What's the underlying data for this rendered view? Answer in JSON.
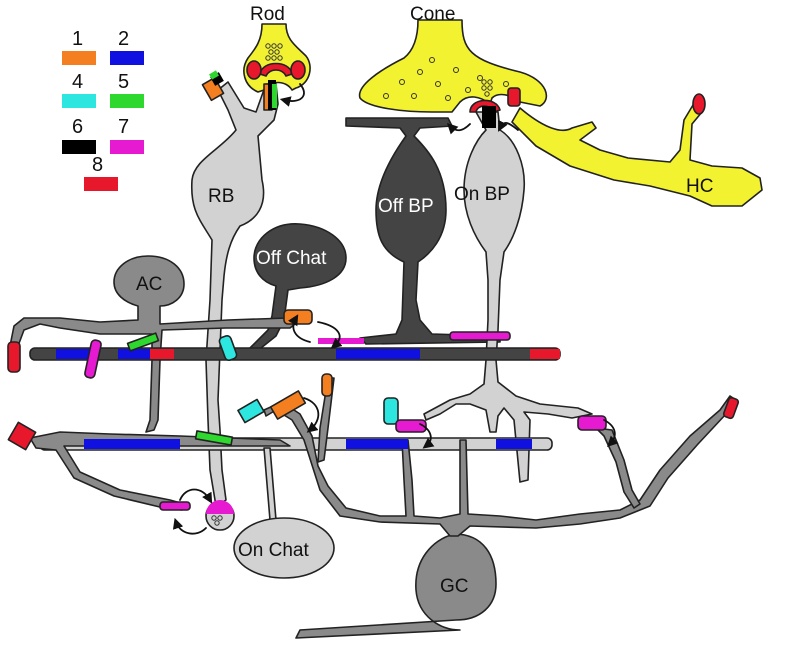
{
  "labels": {
    "rod": "Rod",
    "cone": "Cone",
    "rb": "RB",
    "off_bp": "Off BP",
    "on_bp": "On BP",
    "hc": "HC",
    "ac": "AC",
    "off_chat": "Off Chat",
    "on_chat": "On Chat",
    "gc": "GC"
  },
  "legend": [
    {
      "number": "1",
      "color": "#f47f20"
    },
    {
      "number": "2",
      "color": "#1010e0"
    },
    {
      "number": "4",
      "color": "#2ee6e0"
    },
    {
      "number": "5",
      "color": "#2ed82e"
    },
    {
      "number": "6",
      "color": "#000000"
    },
    {
      "number": "7",
      "color": "#e61ad0"
    },
    {
      "number": "8",
      "color": "#e8182c"
    }
  ],
  "colors": {
    "photoreceptor_yellow": "#f2f230",
    "light_gray_cell": "#d2d2d2",
    "mid_gray_cell": "#8a8a8a",
    "dark_gray_cell": "#444444",
    "synapse_red": "#e8182c"
  }
}
